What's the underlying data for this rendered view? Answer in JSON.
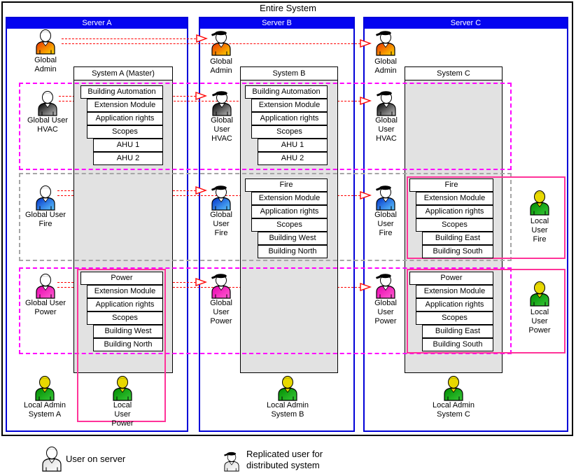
{
  "title": "Entire System",
  "colors": {
    "server_header_blue": "#0404F0",
    "server_border_blue": "#0000D8",
    "replication_arrow_red": "#FF0000",
    "group_dashed_magenta": "#FF00FF",
    "group_dashed_gray": "#A6A6A6",
    "highlight_pink": "#FF3399",
    "system_body_gray": "#E2E2E2",
    "admin_body": "#FF8800",
    "hvac_body": "#707070",
    "fire_body": "#2080FF",
    "power_body": "#FF00C0",
    "local_body": "#20A820"
  },
  "servers": {
    "a": {
      "label": "Server A",
      "system_title": "System A (Master)"
    },
    "b": {
      "label": "Server B",
      "system_title": "System B"
    },
    "c": {
      "label": "Server C",
      "system_title": "System C"
    }
  },
  "stacks": {
    "a_hvac": {
      "items": [
        "Building Automation",
        "Extension Module",
        "Application rights",
        "Scopes",
        "AHU 1",
        "AHU 2"
      ]
    },
    "b_hvac": {
      "items": [
        "Building Automation",
        "Extension Module",
        "Application rights",
        "Scopes",
        "AHU 1",
        "AHU 2"
      ]
    },
    "b_fire": {
      "items": [
        "Fire",
        "Extension Module",
        "Application rights",
        "Scopes",
        "Building West",
        "Building North"
      ]
    },
    "c_fire": {
      "items": [
        "Fire",
        "Extension Module",
        "Application rights",
        "Scopes",
        "Building East",
        "Building South"
      ]
    },
    "a_power": {
      "items": [
        "Power",
        "Extension Module",
        "Application rights",
        "Scopes",
        "Building West",
        "Building North"
      ]
    },
    "c_power": {
      "items": [
        "Power",
        "Extension Module",
        "Application rights",
        "Scopes",
        "Building East",
        "Building South"
      ]
    }
  },
  "users": {
    "a_admin": "Global\nAdmin",
    "a_hvac": "Global User\nHVAC",
    "a_fire": "Global User\nFire",
    "a_power": "Global User\nPower",
    "a_local_admin": "Local Admin\nSystem A",
    "a_local_power": "Local\nUser\nPower",
    "b_admin": "Global\nAdmin",
    "b_hvac": "Global\nUser\nHVAC",
    "b_fire": "Global\nUser\nFire",
    "b_power": "Global\nUser\nPower",
    "b_local_admin": "Local Admin\nSystem B",
    "c_admin": "Global\nAdmin",
    "c_hvac": "Global\nUser\nHVAC",
    "c_fire": "Global\nUser\nFire",
    "c_power": "Global\nUser\nPower",
    "c_local_fire": "Local\nUser\nFire",
    "c_local_power": "Local\nUser\nPower",
    "c_local_admin": "Local Admin\nSystem C"
  },
  "legend": {
    "user_on_server": "User on server",
    "replicated_user": "Replicated user for\ndistributed system"
  }
}
